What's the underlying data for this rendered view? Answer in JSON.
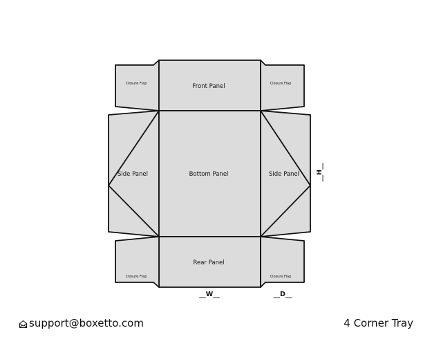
{
  "diagram": {
    "panels": {
      "front": "Front Panel",
      "bottom": "Bottom Panel",
      "rear": "Rear Panel",
      "side_left": "Side Panel",
      "side_right": "Side Panel",
      "flap_top_left": "Closure Flap",
      "flap_top_right": "Closure Flap",
      "flap_bottom_left": "Closure Flap",
      "flap_bottom_right": "Closure Flap"
    },
    "dimensions": {
      "width": "__W__",
      "depth": "__D__",
      "height": "__H__"
    }
  },
  "footer": {
    "email": "support@boxetto.com",
    "email_icon": "mail-icon",
    "product": "4 Corner Tray"
  }
}
